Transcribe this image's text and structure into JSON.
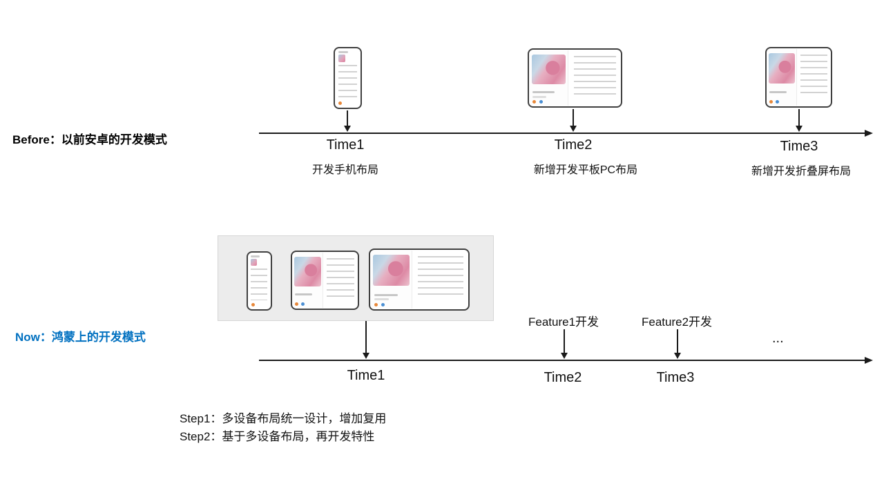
{
  "colors": {
    "now_accent": "#0070C0",
    "before_text": "#000000",
    "timeline": "#1A1A1A",
    "panel_gray": "#ECECEC"
  },
  "before": {
    "label": "Before：以前安卓的开发模式",
    "milestones": [
      {
        "time": "Time1",
        "desc": "开发手机布局",
        "device": "phone"
      },
      {
        "time": "Time2",
        "desc": "新增开发平板PC布局",
        "device": "tablet"
      },
      {
        "time": "Time3",
        "desc": "新增开发折叠屏布局",
        "device": "foldable"
      }
    ]
  },
  "now": {
    "label": "Now：鸿蒙上的开发模式",
    "panel_devices": [
      "phone",
      "foldable",
      "tablet"
    ],
    "time1": "Time1",
    "features": [
      {
        "label": "Feature1开发",
        "time": "Time2"
      },
      {
        "label": "Feature2开发",
        "time": "Time3"
      }
    ],
    "ellipsis": "...",
    "steps": [
      "Step1：多设备布局统一设计，增加复用",
      "Step2：基于多设备布局，再开发特性"
    ]
  }
}
